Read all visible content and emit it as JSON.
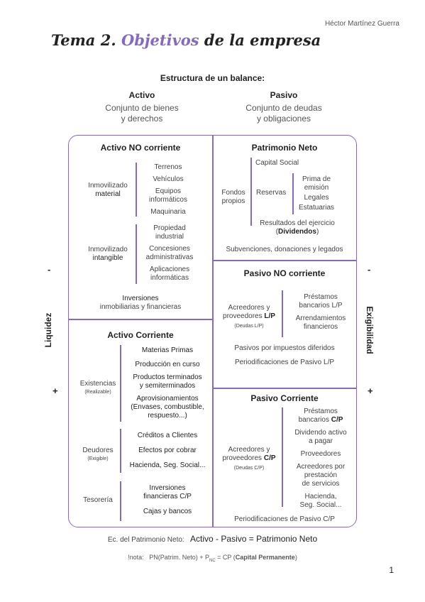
{
  "author": "Héctor Martínez Guerra",
  "title": {
    "prefix": "Tema 2. ",
    "highlight": "Objetivos",
    "suffix": " de la empresa"
  },
  "structure_title": "Estructura de un balance:",
  "activo": {
    "title": "Activo",
    "line1": "Conjunto de bienes",
    "line2": "y derechos"
  },
  "pasivo": {
    "title": "Pasivo",
    "line1": "Conjunto de deudas",
    "line2": "y obligaciones"
  },
  "anc": {
    "title": "Activo NO corriente",
    "material_label_1": "Inmovilizado",
    "material_label_2": "material",
    "material_items": [
      "Terrenos",
      "Vehículos",
      "Equipos",
      "informáticos",
      "Maquinaria"
    ],
    "intangible_label_1": "Inmovilizado",
    "intangible_label_2": "intangible",
    "intangible_items": [
      "Propiedad",
      "industrial",
      "Concesiones",
      "administrativas",
      "Aplicaciones",
      "informáticas"
    ],
    "inversiones_1": "Inversiones",
    "inversiones_2": "inmobiliarias y financieras"
  },
  "ac": {
    "title": "Activo Corriente",
    "existencias_1": "Existencias",
    "existencias_2": "(Realizable)",
    "existencias_items": [
      "Materias Primas",
      "Producción en curso",
      "Productos terminados",
      "y semiterminados",
      "Aprovisionamientos",
      "(Envases, combustible,",
      "respuesto...)"
    ],
    "deudores_1": "Deudores",
    "deudores_2": "(Exigible)",
    "deudores_items": [
      "Créditos a Clientes",
      "Efectos por cobrar",
      "Hacienda, Seg. Social..."
    ],
    "tesoreria": "Tesorería",
    "tesoreria_items": [
      "Inversiones",
      "financieras C/P",
      "Cajas y bancos"
    ]
  },
  "pn": {
    "title": "Patrimonio Neto",
    "capital": "Capital Social",
    "fondos_1": "Fondos",
    "fondos_2": "propios",
    "reservas": "Reservas",
    "reservas_items": [
      "Prima de",
      "emisión",
      "Legales",
      "Estatuarias"
    ],
    "resultados_1": "Resultados del ejercicio",
    "resultados_2": "Dividendos",
    "subvenciones": "Subvenciones, donaciones y legados"
  },
  "pnc": {
    "title": "Pasivo NO corriente",
    "acreedores_1": "Acreedores y",
    "acreedores_2": "proveedores",
    "acreedores_tag": "L/P",
    "acreedores_3": "(Deudas L/P)",
    "items": [
      "Préstamos",
      "bancarios L/P",
      "Arrendamientos",
      "financieros"
    ],
    "impuestos": "Pasivos por impuestos diferidos",
    "periodificaciones": "Periodificaciones de Pasivo L/P"
  },
  "pc": {
    "title": "Pasivo Corriente",
    "acreedores_1": "Acreedores y",
    "acreedores_2": "proveedores",
    "acreedores_tag": "C/P",
    "acreedores_3": "(Deudas C/P)",
    "items_a": [
      "Préstamos",
      "bancarios"
    ],
    "items_a_tag": "C/P",
    "items": [
      "Dividendo activo",
      "a pagar",
      "Proveedores",
      "Acreedores por",
      "prestación",
      "de servicios",
      "Hacienda,",
      "Seg. Social..."
    ],
    "periodificaciones": "Periodificaciones de Pasivo C/P"
  },
  "left_axis": {
    "label": "Liquidez",
    "top": "-",
    "bottom": "+"
  },
  "right_axis": {
    "label": "Exigibilidad",
    "top": "-",
    "bottom": "+"
  },
  "equation": {
    "label": "Ec. del Patrimonio Neto:",
    "formula": "Activo - Pasivo = Patrimonio Neto"
  },
  "note": {
    "label": "!nota:",
    "part1": "PN(Patrim. Neto) + P",
    "sub": "NC",
    "part2": " = CP (",
    "bold": "Capital Permanente",
    "part3": ")"
  },
  "page_number": "1"
}
